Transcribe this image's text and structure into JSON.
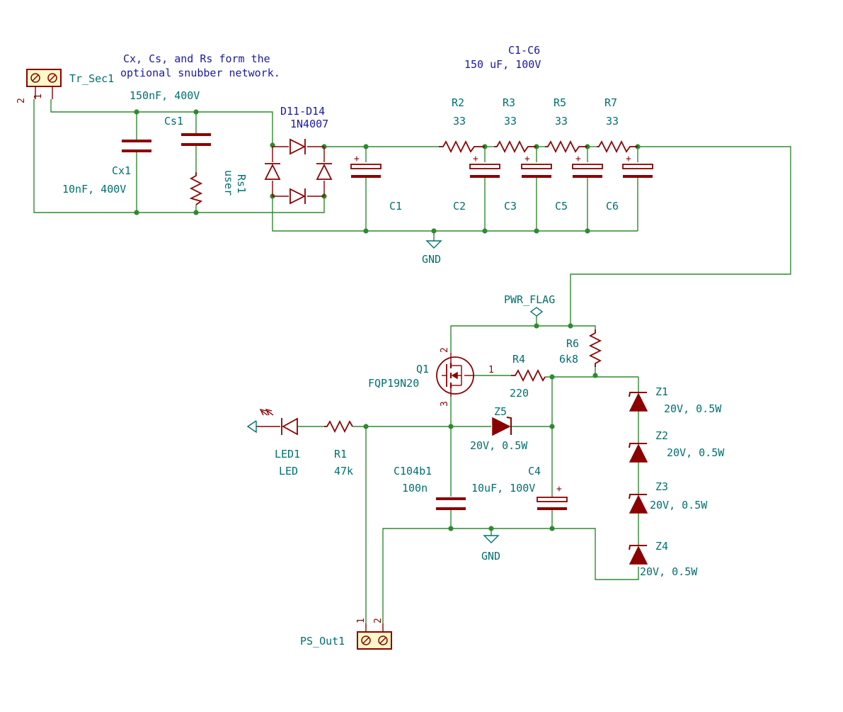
{
  "notes": {
    "snubber_line1": "Cx, Cs, and Rs form the",
    "snubber_line2": "optional snubber network.",
    "cap_group_line1": "C1-C6",
    "cap_group_line2": "150 uF, 100V"
  },
  "components": {
    "tr_sec": {
      "ref": "Tr_Sec1",
      "pin1": "1",
      "pin2": "2"
    },
    "cx": {
      "ref": "Cx1",
      "value": "10nF, 400V"
    },
    "cs": {
      "ref": "Cs1",
      "value": "150nF, 400V"
    },
    "rs": {
      "ref": "Rs1",
      "value": "user"
    },
    "bridge": {
      "ref": "D11-D14",
      "value": "1N4007"
    },
    "c1": {
      "ref": "C1"
    },
    "c2": {
      "ref": "C2"
    },
    "c3": {
      "ref": "C3"
    },
    "c5": {
      "ref": "C5"
    },
    "c6": {
      "ref": "C6"
    },
    "r2": {
      "ref": "R2",
      "value": "33"
    },
    "r3": {
      "ref": "R3",
      "value": "33"
    },
    "r5": {
      "ref": "R5",
      "value": "33"
    },
    "r7": {
      "ref": "R7",
      "value": "33"
    },
    "gnd_top": {
      "label": "GND"
    },
    "pwr_flag": {
      "label": "PWR_FLAG"
    },
    "r6": {
      "ref": "R6",
      "value": "6k8"
    },
    "q1": {
      "ref": "Q1",
      "value": "FQP19N20",
      "pin1": "1",
      "pin2": "2",
      "pin3": "3"
    },
    "r4": {
      "ref": "R4",
      "value": "220"
    },
    "z5": {
      "ref": "Z5",
      "value": "20V, 0.5W"
    },
    "z1": {
      "ref": "Z1",
      "value": "20V, 0.5W"
    },
    "z2": {
      "ref": "Z2",
      "value": "20V, 0.5W"
    },
    "z3": {
      "ref": "Z3",
      "value": "20V, 0.5W"
    },
    "z4": {
      "ref": "Z4",
      "value": "20V, 0.5W"
    },
    "led1": {
      "ref": "LED1",
      "value": "LED"
    },
    "r1": {
      "ref": "R1",
      "value": "47k"
    },
    "c104": {
      "ref": "C104b1",
      "value": "100n"
    },
    "c4": {
      "ref": "C4",
      "value": "10uF, 100V"
    },
    "gnd_bottom": {
      "label": "GND"
    },
    "ps_out": {
      "ref": "PS_Out1",
      "pin1": "1",
      "pin2": "2"
    }
  },
  "colors": {
    "wire": "#2e8b2e",
    "symbol": "#8b0000",
    "label": "#007070",
    "note": "#1a1aa6"
  }
}
